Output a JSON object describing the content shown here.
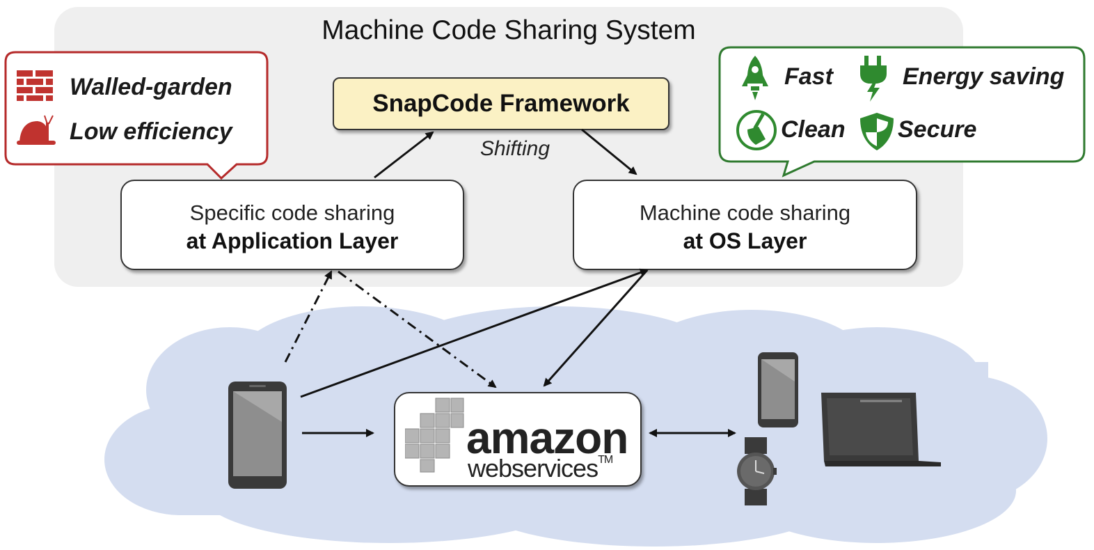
{
  "system": {
    "title": "Machine Code Sharing System"
  },
  "problems": {
    "items": [
      {
        "icon": "brick-wall-icon",
        "label": "Walled-garden"
      },
      {
        "icon": "snail-icon",
        "label": "Low efficiency"
      }
    ],
    "color": "#b52a2a"
  },
  "benefits": {
    "items": [
      {
        "icon": "rocket-icon",
        "label": "Fast"
      },
      {
        "icon": "plug-icon",
        "label": "Energy saving"
      },
      {
        "icon": "broom-icon",
        "label": "Clean"
      },
      {
        "icon": "shield-icon",
        "label": "Secure"
      }
    ],
    "color": "#2f7a2f"
  },
  "framework": {
    "label": "SnapCode Framework",
    "fill": "#fbf1c4"
  },
  "shifting_label": "Shifting",
  "app_layer": {
    "line1": "Specific code sharing",
    "line2": "at Application Layer"
  },
  "os_layer": {
    "line1": "Machine code sharing",
    "line2": "at OS Layer"
  },
  "aws": {
    "word": "amazon",
    "sub": "webservices",
    "tm": "TM"
  },
  "cloud_color": "#d4ddf0",
  "devices": [
    "phone-icon",
    "phone-icon",
    "smartwatch-icon",
    "tablet-icon"
  ]
}
